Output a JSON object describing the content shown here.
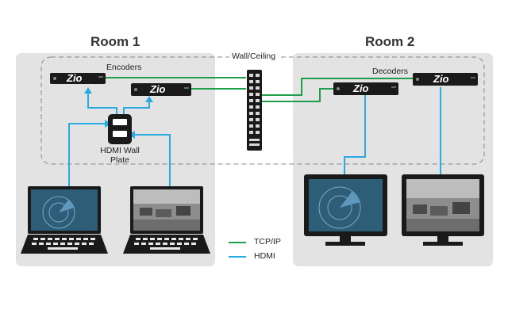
{
  "rooms": [
    {
      "title": "Room 1"
    },
    {
      "title": "Room 2"
    }
  ],
  "wall_label": "Wall/Ceiling",
  "encoders_label": "Encoders",
  "decoders_label": "Decoders",
  "wall_plate_label": [
    "HDMI Wall",
    "Plate"
  ],
  "device_brand": "Zio",
  "legend": [
    {
      "label": "TCP/IP",
      "color": "#1e9e4a"
    },
    {
      "label": "HDMI",
      "color": "#29abe2"
    }
  ],
  "colors": {
    "room_bg": "#e3e3e3",
    "tcpip": "#1e9e4a",
    "hdmi": "#29abe2",
    "device": "#1a1a1a"
  }
}
